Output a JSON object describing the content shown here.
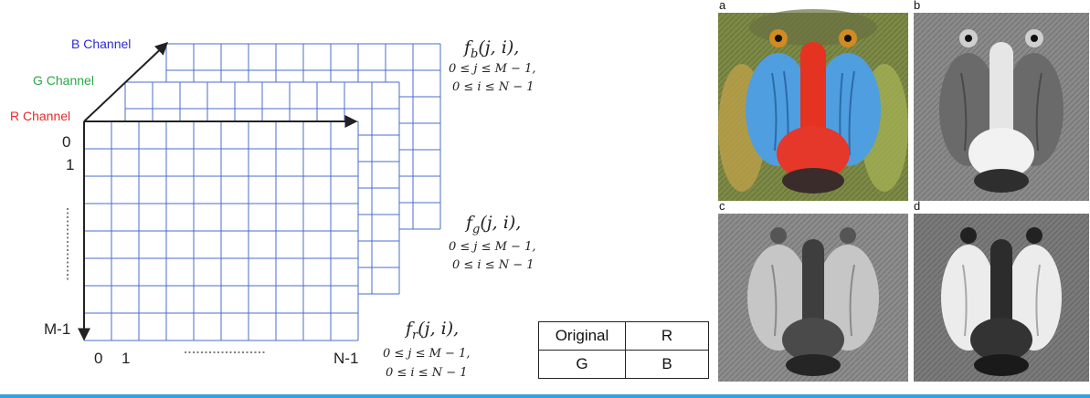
{
  "channels": {
    "b": {
      "label": "B Channel",
      "color": "#2b2bd9"
    },
    "g": {
      "label": "G Channel",
      "color": "#27a845"
    },
    "r": {
      "label": "R Channel",
      "color": "#e62b2b"
    }
  },
  "axis": {
    "row_start": "0",
    "row_next": "1",
    "row_end": "M-1",
    "col_start": "0",
    "col_next": "1",
    "col_end": "N-1"
  },
  "functions": {
    "b": {
      "name": "f",
      "sub": "b",
      "args": "(j, i),"
    },
    "g": {
      "name": "f",
      "sub": "g",
      "args": "(j, i),"
    },
    "r": {
      "name": "f",
      "sub": "r",
      "args": "(j, i),"
    }
  },
  "conditions": {
    "j": "0 ≤ j ≤ M − 1,",
    "i": "0 ≤ i ≤ N − 1"
  },
  "legend": {
    "cells": [
      [
        "Original",
        "R"
      ],
      [
        "G",
        "B"
      ]
    ]
  },
  "panels": [
    {
      "label": "a",
      "desc": "original color image"
    },
    {
      "label": "b",
      "desc": "red channel"
    },
    {
      "label": "c",
      "desc": "green channel"
    },
    {
      "label": "d",
      "desc": "blue channel"
    }
  ],
  "colors": {
    "grid": "#4a6cc9",
    "accent_bar": "#2fa4db"
  }
}
